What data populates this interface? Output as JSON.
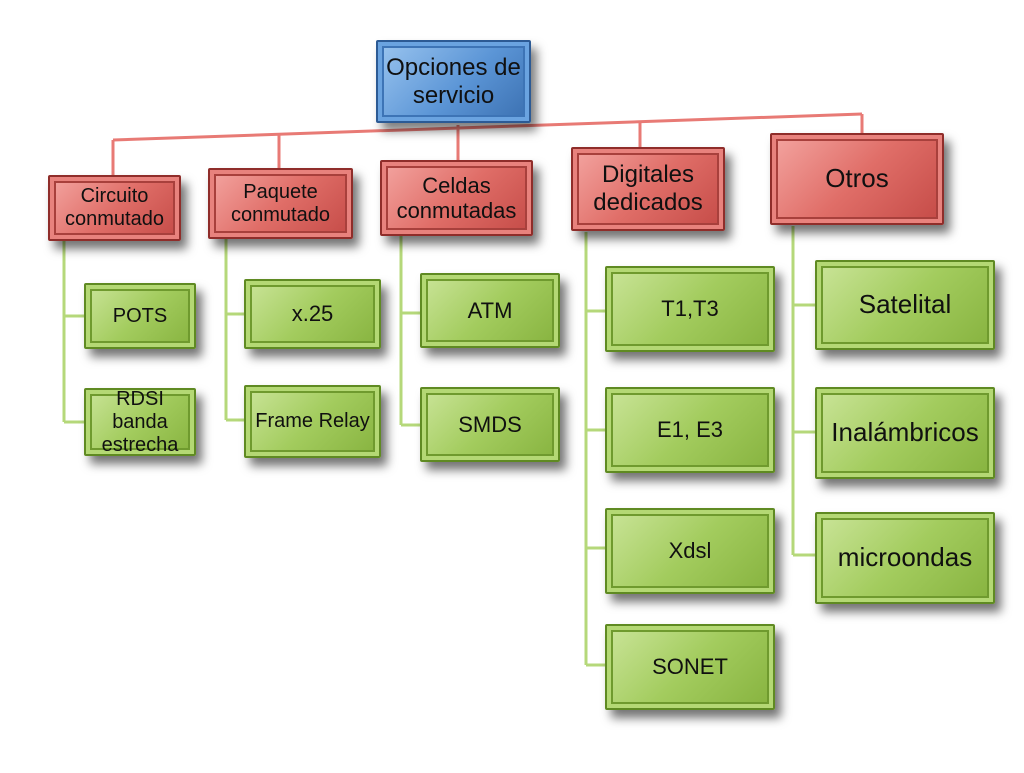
{
  "diagram": {
    "root": "Opciones de servicio",
    "categories": [
      {
        "label": "Circuito conmutado",
        "children": [
          "POTS",
          "RDSI banda estrecha"
        ]
      },
      {
        "label": "Paquete conmutado",
        "children": [
          "x.25",
          "Frame Relay"
        ]
      },
      {
        "label": "Celdas conmutadas",
        "children": [
          "ATM",
          "SMDS"
        ]
      },
      {
        "label": "Digitales dedicados",
        "children": [
          "T1,T3",
          "E1, E3",
          "Xdsl",
          "SONET"
        ]
      },
      {
        "label": "Otros",
        "children": [
          "Satelital",
          "Inalámbricos",
          "microondas"
        ]
      }
    ],
    "colors": {
      "root": "#5b95d6",
      "category": "#e06e68",
      "leaf": "#a3cc5e",
      "root_connector": "#e87a75",
      "category_connector": "#b5d87a"
    }
  }
}
